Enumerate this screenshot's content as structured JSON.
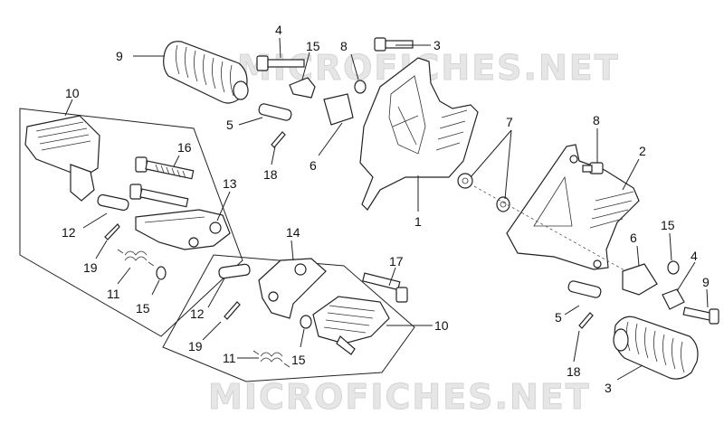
{
  "watermark": {
    "top": "MICROFICHES.NET",
    "bottom": "MICROFICHES.NET"
  },
  "callouts": [
    {
      "id": "c1",
      "text": "9"
    },
    {
      "id": "c2",
      "text": "4"
    },
    {
      "id": "c3",
      "text": "15"
    },
    {
      "id": "c4",
      "text": "8"
    },
    {
      "id": "c5",
      "text": "3"
    },
    {
      "id": "c6",
      "text": "10"
    },
    {
      "id": "c7",
      "text": "5"
    },
    {
      "id": "c8",
      "text": "16"
    },
    {
      "id": "c9",
      "text": "6"
    },
    {
      "id": "c10",
      "text": "7"
    },
    {
      "id": "c11",
      "text": "8"
    },
    {
      "id": "c12",
      "text": "18"
    },
    {
      "id": "c13",
      "text": "13"
    },
    {
      "id": "c14",
      "text": "1"
    },
    {
      "id": "c15",
      "text": "2"
    },
    {
      "id": "c16",
      "text": "12"
    },
    {
      "id": "c17",
      "text": "14"
    },
    {
      "id": "c18",
      "text": "19"
    },
    {
      "id": "c19",
      "text": "17"
    },
    {
      "id": "c20",
      "text": "11"
    },
    {
      "id": "c21",
      "text": "15"
    },
    {
      "id": "c22",
      "text": "15"
    },
    {
      "id": "c23",
      "text": "6"
    },
    {
      "id": "c24",
      "text": "4"
    },
    {
      "id": "c25",
      "text": "12"
    },
    {
      "id": "c26",
      "text": "9"
    },
    {
      "id": "c27",
      "text": "5"
    },
    {
      "id": "c28",
      "text": "19"
    },
    {
      "id": "c29",
      "text": "10"
    },
    {
      "id": "c30",
      "text": "11"
    },
    {
      "id": "c31",
      "text": "15"
    },
    {
      "id": "c32",
      "text": "18"
    },
    {
      "id": "c33",
      "text": "3"
    }
  ]
}
